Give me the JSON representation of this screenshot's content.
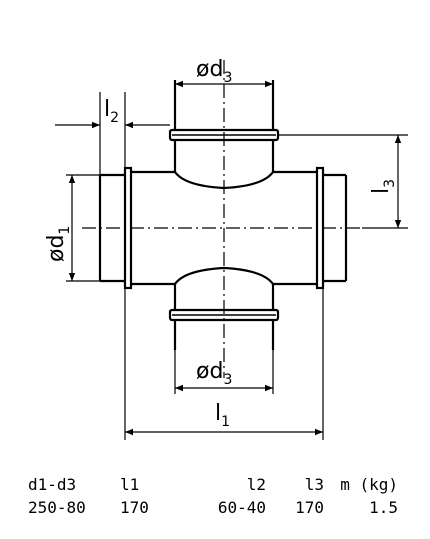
{
  "labels": {
    "d3_top": {
      "main": "ød",
      "sub": "3"
    },
    "d3_bottom": {
      "main": "ød",
      "sub": "3"
    },
    "d1": {
      "main": "ød",
      "sub": "1"
    },
    "l1": {
      "main": "l",
      "sub": "1"
    },
    "l2": {
      "main": "l",
      "sub": "2"
    },
    "l3": {
      "main": "l",
      "sub": "3"
    }
  },
  "table": {
    "headers": [
      "d1-d3",
      "l1",
      "l2",
      "l3",
      "m (kg)"
    ],
    "rows": [
      [
        "250-80",
        "170",
        "60-40",
        "170",
        "1.5"
      ]
    ]
  }
}
